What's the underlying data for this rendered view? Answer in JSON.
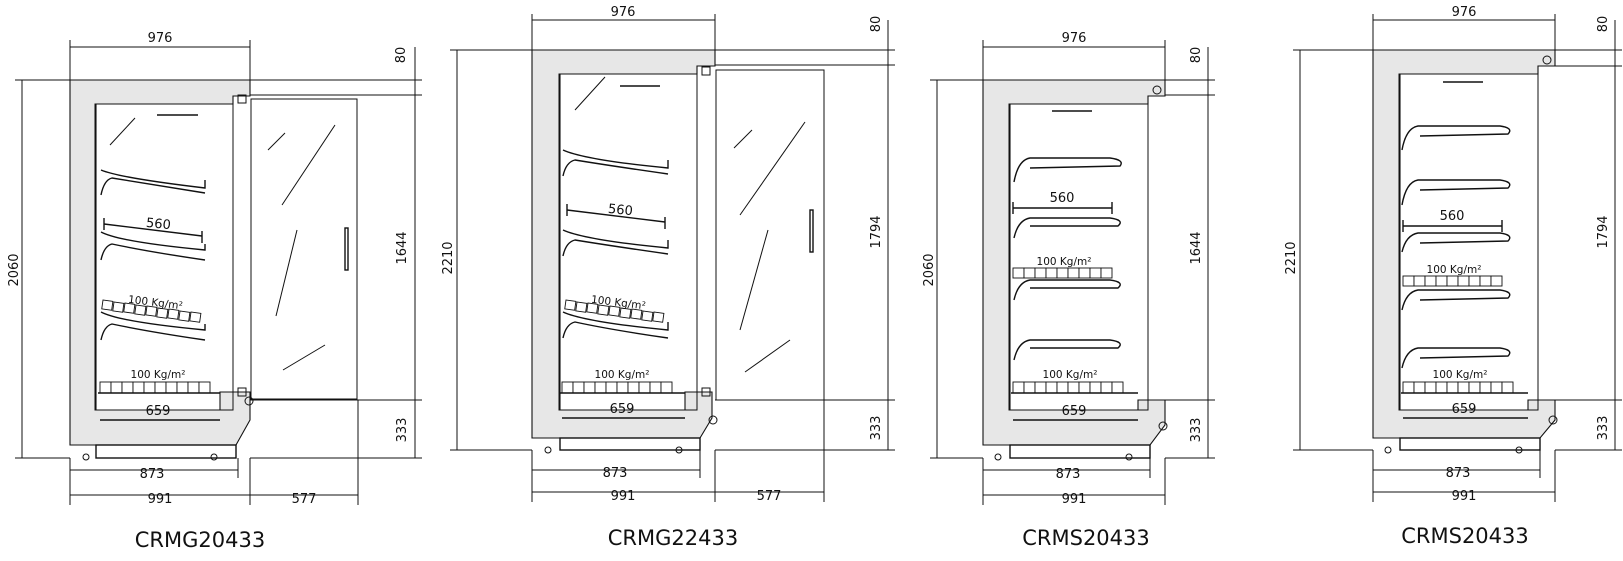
{
  "units": [
    {
      "model": "CRMG20433",
      "dims": {
        "top_width": "976",
        "cap": "80",
        "total_height": "2060",
        "door_height": "1644",
        "base_height": "333",
        "inner_depth": "873",
        "depth": "991",
        "door_swing": "577",
        "shelf_width": "560",
        "deck_width": "659"
      },
      "loads": [
        "100 Kg/m²",
        "100 Kg/m²"
      ]
    },
    {
      "model": "CRMG22433",
      "dims": {
        "top_width": "976",
        "cap": "80",
        "total_height": "2210",
        "door_height": "1794",
        "base_height": "333",
        "inner_depth": "873",
        "depth": "991",
        "door_swing": "577",
        "shelf_width": "560",
        "deck_width": "659"
      },
      "loads": [
        "100 Kg/m²",
        "100 Kg/m²"
      ]
    },
    {
      "model": "CRMS20433",
      "dims": {
        "top_width": "976",
        "cap": "80",
        "total_height": "2060",
        "door_height": "1644",
        "base_height": "333",
        "inner_depth": "873",
        "depth": "991",
        "shelf_width": "560",
        "deck_width": "659"
      },
      "loads": [
        "100 Kg/m²",
        "100 Kg/m²"
      ]
    },
    {
      "model": "CRMS20433",
      "dims": {
        "top_width": "976",
        "cap": "80",
        "total_height": "2210",
        "door_height": "1794",
        "base_height": "333",
        "inner_depth": "873",
        "depth": "991",
        "shelf_width": "560",
        "deck_width": "659"
      },
      "loads": [
        "100 Kg/m²",
        "100 Kg/m²"
      ]
    }
  ]
}
